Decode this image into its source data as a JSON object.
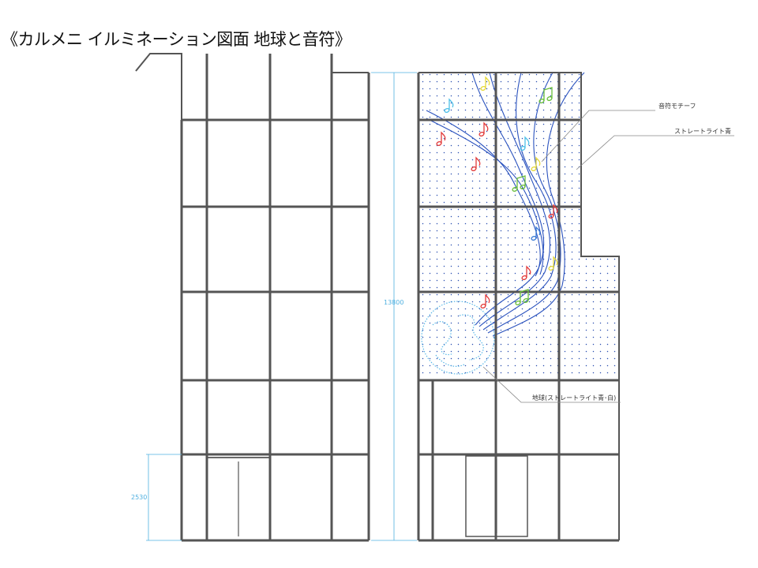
{
  "title": "《カルメニ イルミネーション図面 地球と音符》",
  "annotations": {
    "notes": "音符モチーフ",
    "straight_light": "ストレートライト青",
    "earth": "地球(ストレートライト青･白)"
  },
  "dimensions": {
    "height_total": "13800",
    "door_height": "2530"
  },
  "colors": {
    "frame": "#555555",
    "dim_line": "#4fb0e0",
    "dot": "#2a4fb0",
    "curve": "#2a52be",
    "earth": "#5ab8e8",
    "note_colors": [
      "#e23b3b",
      "#3a7bd5",
      "#6abf3a",
      "#e6d93a",
      "#4fc0e8"
    ]
  }
}
